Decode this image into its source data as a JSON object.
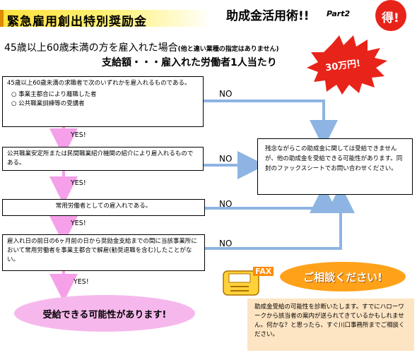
{
  "header": {
    "title": "緊急雇用創出特別奨励金",
    "brand": "助成金活用術!!",
    "brand_part": "Part2",
    "badge_toku": "得!",
    "badge_amount": "30万円!"
  },
  "subtitle": {
    "line1_main": "45歳以上60歳未満の方を雇入れた場合",
    "line1_note": "(他と違い業種の指定はありません)",
    "line2": "支給額・・・雇入れた労働者1人当たり"
  },
  "flow": {
    "step1": {
      "intro": "45歳以上60歳未満の求職者で次のいずれかを雇入れるものである。",
      "option1": "事業主都合により離職した者",
      "option2": "公共職業訓練等の受講者"
    },
    "step2": "公共職業安定所または民間職業紹介機関の紹介により雇入れるものである。",
    "step3": "常用労働者としての雇入れである。",
    "step4": "雇入れ日の前日の6ヶ月前の日から奨励金支給までの間に当該事業所において常用労働者を事業主都合で解雇(勧奨退職を含む)したことがない。",
    "yes_label": "YES!",
    "no_label": "NO",
    "final": "受給できる可能性があります!"
  },
  "result": {
    "text": "残念ながらこの助成金に関しては受給できませんが、他の助成金を受給できる可能性があります。同封のファックスシートでお問い合わせください。"
  },
  "consult": {
    "bubble": "ご相談ください!",
    "fax": "FAX",
    "text": "助成金受給の可能性を診断いたします。すでにハローワークから該当者の案内が送られてきているかもしれません。何かな？と思ったら、すぐ川口事務所までご相談ください。"
  },
  "colors": {
    "arrow_blue": "#8db4e2",
    "arrow_pink": "#f5a0e8",
    "badge_red": "#e8231a",
    "title_yellow": "#ffe23b",
    "consult_orange": "#ffa21a",
    "consult_bg": "#fde4c2",
    "final_pink": "#f6b8ec"
  }
}
